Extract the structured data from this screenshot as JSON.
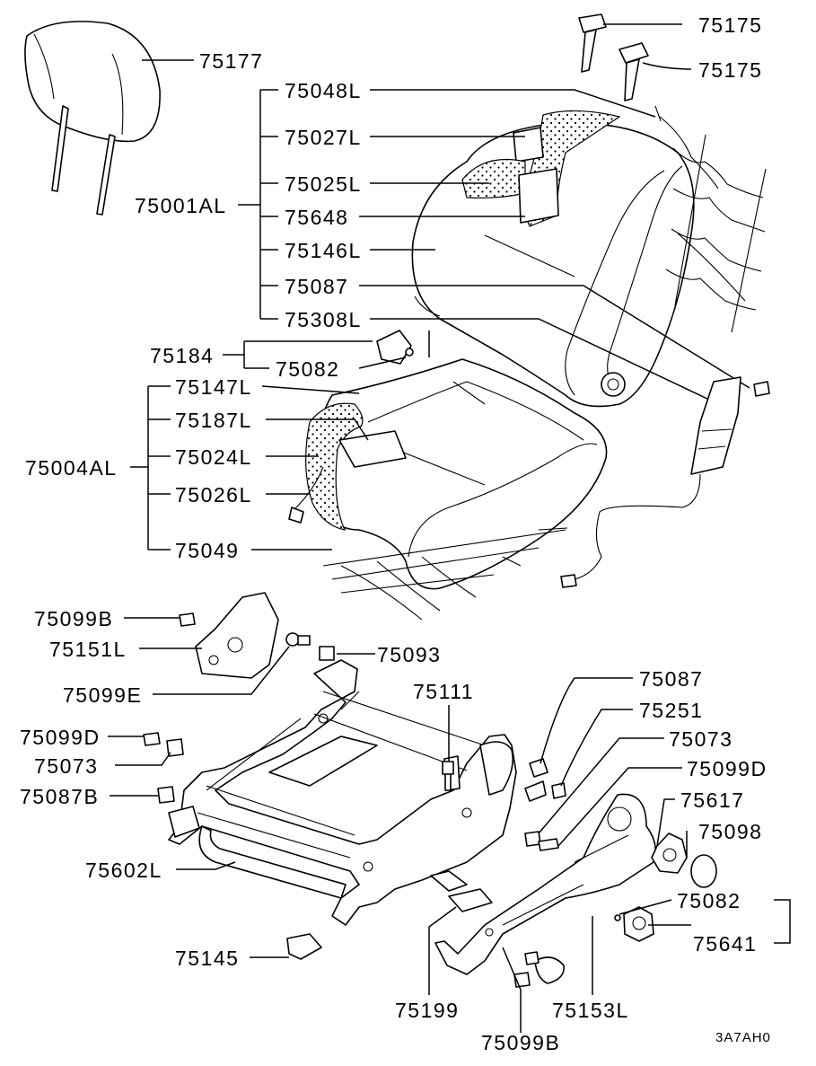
{
  "diagram": {
    "labels": {
      "hr_75177": "75177",
      "bolt_a": "75175",
      "bolt_b": "75175",
      "back_assy": "75001AL",
      "b1": "75048L",
      "b2": "75027L",
      "b3": "75025L",
      "b4": "75648",
      "b5": "75146L",
      "b6": "75087",
      "b7": "75308L",
      "knob_group": "75184",
      "k1": "75082",
      "cushion_assy": "75004AL",
      "c1": "75147L",
      "c2": "75187L",
      "c3": "75024L",
      "c4": "75026L",
      "c5": "75049",
      "l1": "75099B",
      "l2": "75151L",
      "l3": "75093",
      "l4": "75099E",
      "l5": "75111",
      "l6": "75099D",
      "l7": "75073",
      "l8": "75087B",
      "l9": "75602L",
      "l10": "75145",
      "r1": "75087",
      "r2": "75251",
      "r3": "75073",
      "r4": "75099D",
      "r5": "75617",
      "r6": "75098",
      "r7": "75082",
      "r8": "75641",
      "m1": "75199",
      "m2": "75153L",
      "m3": "75099B",
      "code": "3A7AH0"
    },
    "colors": {
      "line": "#000000",
      "background": "#ffffff"
    }
  }
}
